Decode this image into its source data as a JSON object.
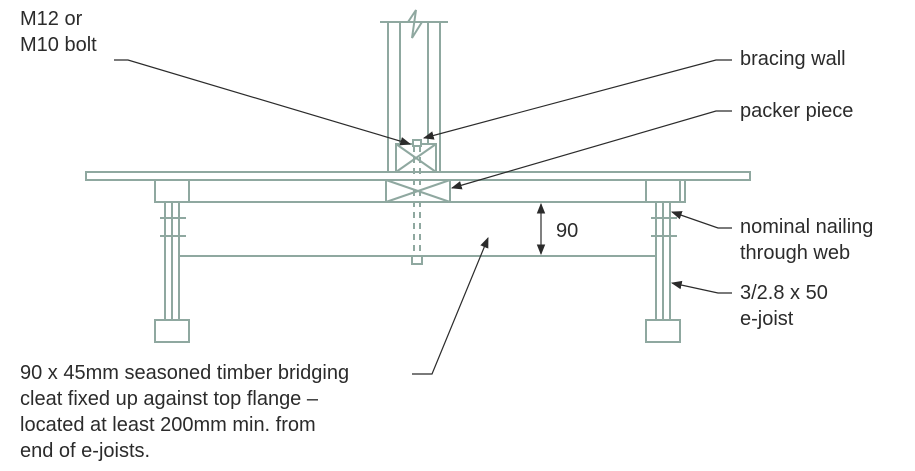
{
  "labels": {
    "bolt": [
      "M12 or",
      "M10 bolt"
    ],
    "bracing_wall": "bracing wall",
    "packer_piece": "packer piece",
    "dimension": "90",
    "nailing": [
      "nominal nailing",
      "through web"
    ],
    "ejoist": [
      "3/2.8 x 50",
      "e-joist"
    ],
    "bridging": [
      "90 x 45mm seasoned timber bridging",
      "cleat fixed up against top flange –",
      "located at least 200mm min. from",
      "end of e-joists."
    ]
  },
  "colors": {
    "structure": "#8fa8a0",
    "text": "#2b2b2b"
  }
}
